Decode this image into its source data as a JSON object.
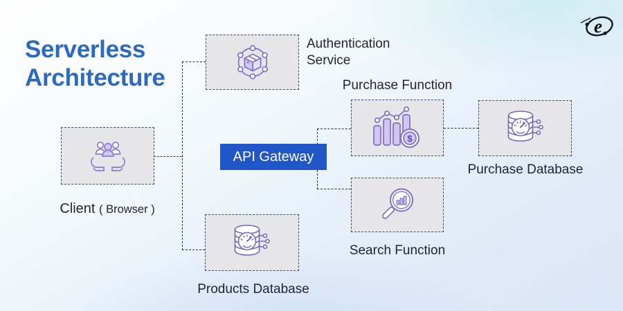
{
  "title": {
    "line1": "Serverless",
    "line2": "Architecture"
  },
  "logo": {
    "letter": "e"
  },
  "gateway": {
    "label": "API Gateway"
  },
  "nodes": {
    "client": {
      "label": "Client",
      "sublabel": "( Browser )",
      "icon": "people-in-hands-icon"
    },
    "auth_service": {
      "label": "Authentication Service",
      "icon": "package-network-icon"
    },
    "products_database": {
      "label": "Products Database",
      "icon": "database-gauge-icon"
    },
    "purchase_function": {
      "label": "Purchase Function",
      "icon": "bar-chart-dollar-icon"
    },
    "search_function": {
      "label": "Search Function",
      "icon": "search-analytics-icon"
    },
    "purchase_database": {
      "label": "Purchase Database",
      "icon": "database-gauge-icon"
    }
  },
  "icons": {
    "dollar_symbol": "$"
  },
  "colors": {
    "title_blue": "#2d6abd",
    "gateway_blue": "#2156c8",
    "icon_purple_stroke": "#7a6cc4",
    "icon_purple_fill": "#cfc7ee",
    "node_fill": "#e6e5e7",
    "node_border": "#3e4a6a",
    "connector": "#262d40",
    "label_text": "#1d2433",
    "background_top_right": "#ddeff2",
    "background_bottom": "#d9e6f7"
  }
}
